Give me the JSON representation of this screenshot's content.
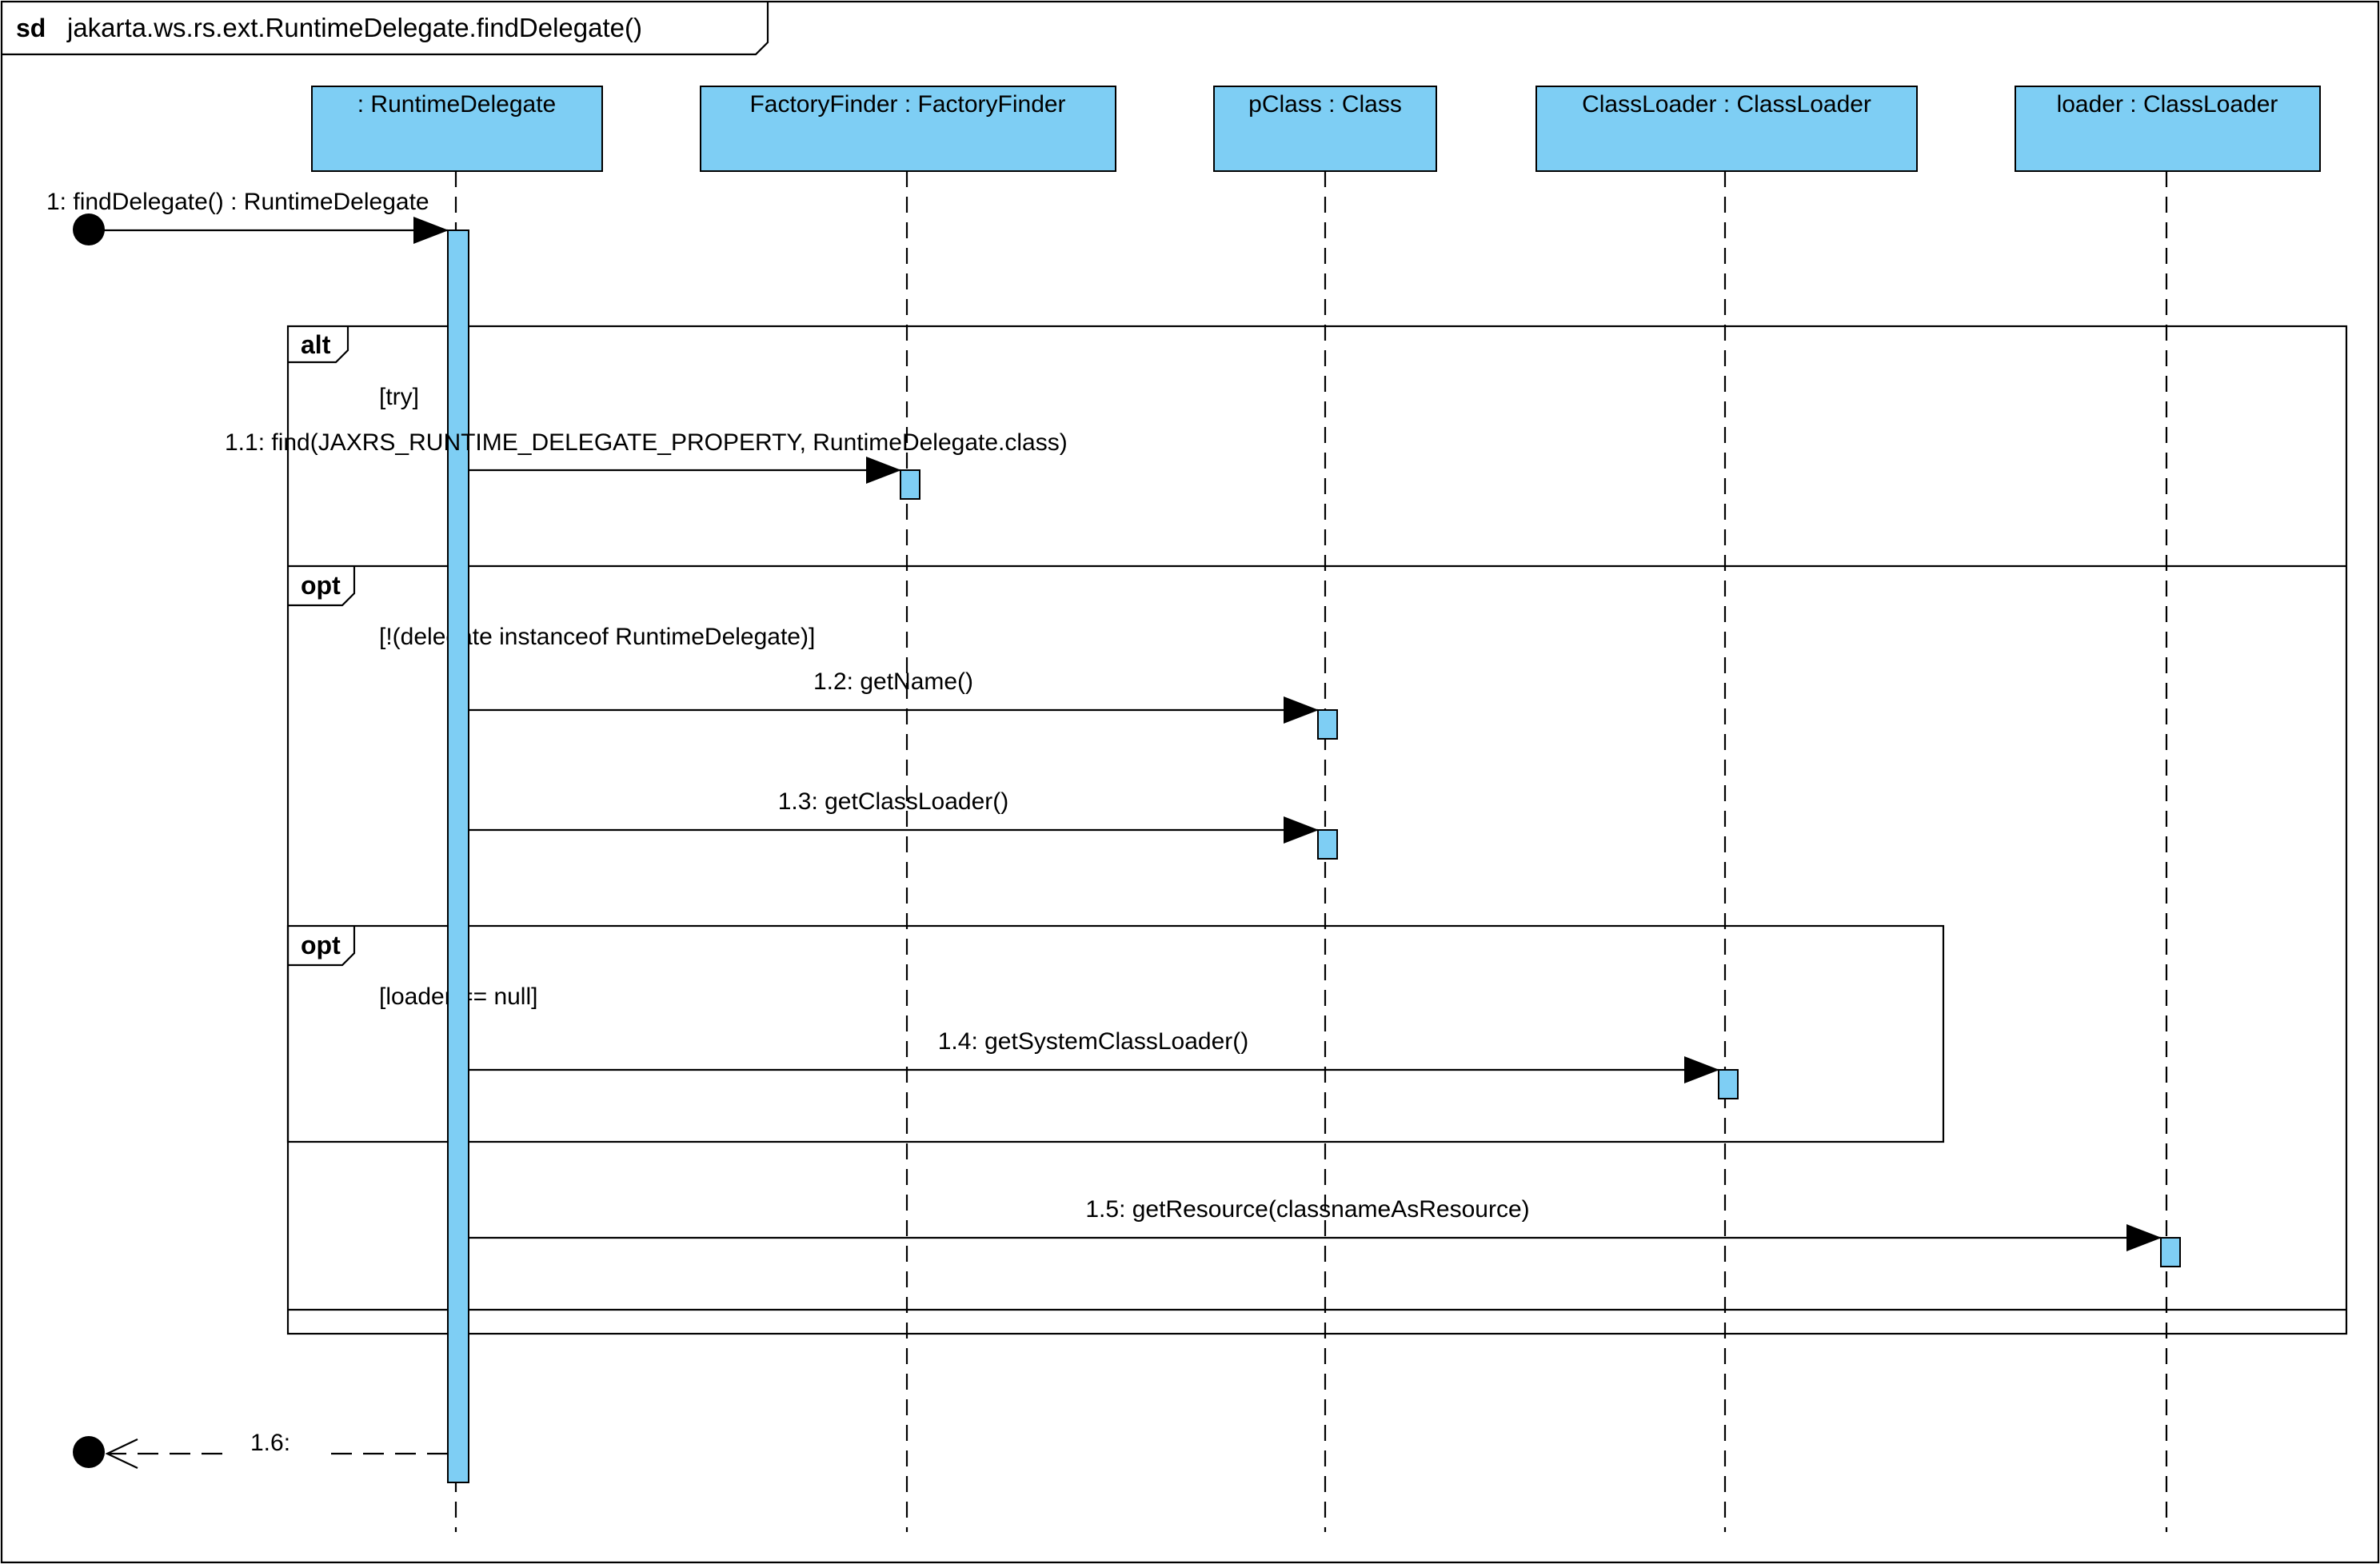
{
  "diagram": {
    "kind_label": "sd",
    "title": "jakarta.ws.rs.ext.RuntimeDelegate.findDelegate()",
    "colors": {
      "lifeline_fill": "#7ecef4",
      "activation_fill": "#7ecef4",
      "line": "#000000",
      "background": "#ffffff"
    }
  },
  "lifelines": [
    {
      "label": ": RuntimeDelegate"
    },
    {
      "label": "FactoryFinder : FactoryFinder"
    },
    {
      "label": "pClass : Class"
    },
    {
      "label": "ClassLoader : ClassLoader"
    },
    {
      "label": "loader : ClassLoader"
    }
  ],
  "messages": [
    {
      "label": "1: findDelegate() : RuntimeDelegate",
      "from": "found",
      "to": 0,
      "kind": "sync"
    },
    {
      "label": "1.1: find(JAXRS_RUNTIME_DELEGATE_PROPERTY, RuntimeDelegate.class)",
      "from": 0,
      "to": 1,
      "kind": "sync"
    },
    {
      "label": "1.2: getName()",
      "from": 0,
      "to": 2,
      "kind": "sync"
    },
    {
      "label": "1.3: getClassLoader()",
      "from": 0,
      "to": 2,
      "kind": "sync"
    },
    {
      "label": "1.4: getSystemClassLoader()",
      "from": 0,
      "to": 3,
      "kind": "sync"
    },
    {
      "label": "1.5: getResource(classnameAsResource)",
      "from": 0,
      "to": 4,
      "kind": "sync"
    },
    {
      "label": "1.6:",
      "from": 0,
      "to": "lost",
      "kind": "reply"
    }
  ],
  "fragments": [
    {
      "operator": "alt",
      "guard": "[try]"
    },
    {
      "operator": "opt",
      "guard": "[!(delegate instanceof RuntimeDelegate)]"
    },
    {
      "operator": "opt",
      "guard": "[loader == null]"
    }
  ]
}
